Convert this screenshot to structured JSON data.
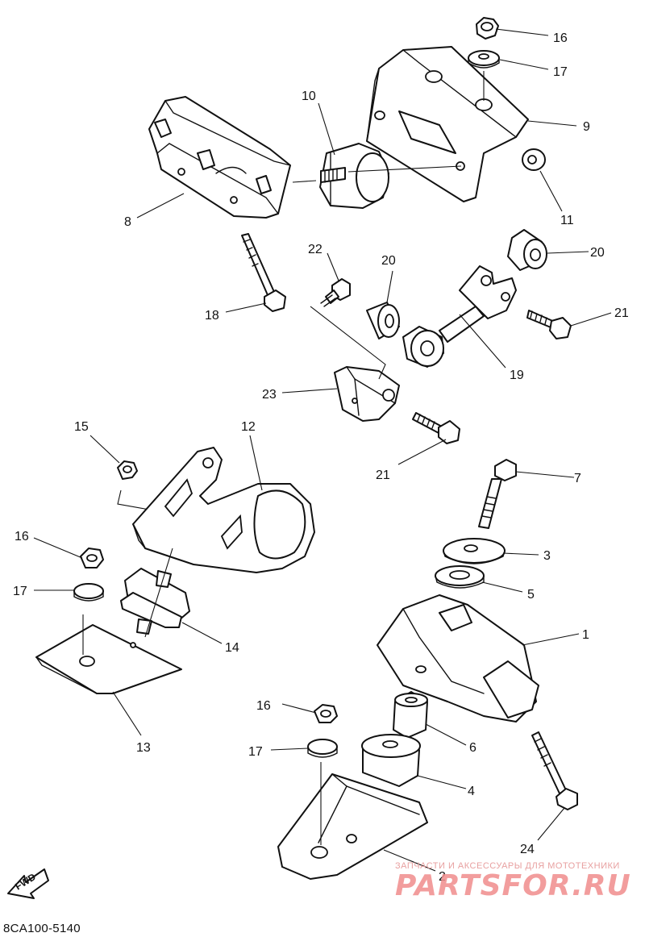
{
  "diagram": {
    "catalog_code": "8CA100-5140",
    "fwd_label": "FWD",
    "callouts": {
      "c16a": "16",
      "c17a": "17",
      "c9": "9",
      "c10": "10",
      "c11": "11",
      "c8": "8",
      "c20a": "20",
      "c20b": "20",
      "c22": "22",
      "c18": "18",
      "c21a": "21",
      "c19": "19",
      "c23": "23",
      "c21b": "21",
      "c15": "15",
      "c12": "12",
      "c7": "7",
      "c16b": "16",
      "c3": "3",
      "c17b": "17",
      "c5": "5",
      "c14": "14",
      "c1": "1",
      "c13": "13",
      "c16c": "16",
      "c6": "6",
      "c17c": "17",
      "c4": "4",
      "c24": "24",
      "c2": "2"
    }
  },
  "watermark": {
    "tagline": "ЗАПЧАСТИ И АКСЕССУАРЫ ДЛЯ МОТОТЕХНИКИ",
    "brand": "PARTSFOR.RU"
  }
}
